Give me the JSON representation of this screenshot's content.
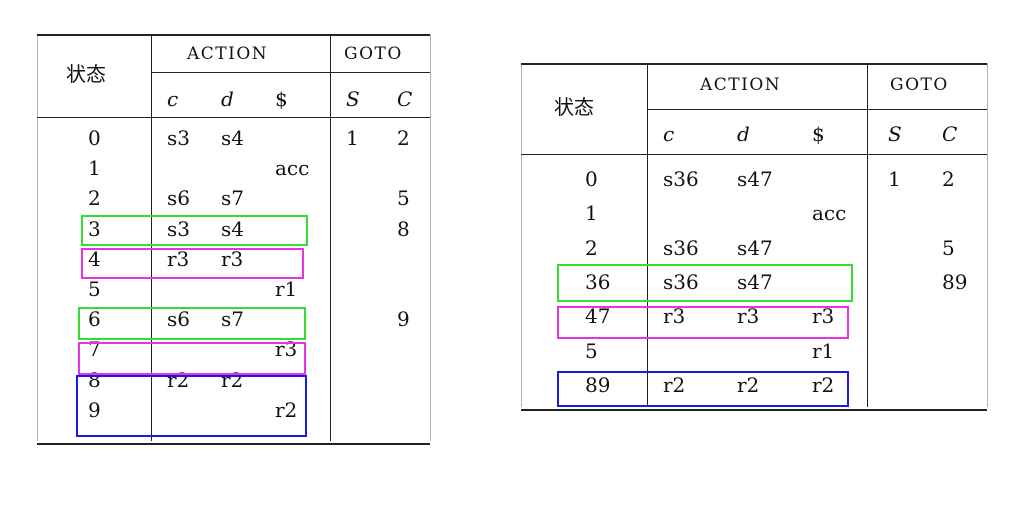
{
  "colors": {
    "green": "#33dd33",
    "magenta": "#e833e0",
    "blue": "#1a1ae6"
  },
  "left_table": {
    "state_header": "状态",
    "action_header": "ACTION",
    "goto_header": "GOTO",
    "action_cols": [
      "c",
      "d",
      "$"
    ],
    "goto_cols": [
      "S",
      "C"
    ],
    "rows": [
      {
        "state": "0",
        "c": "s3",
        "d": "s4",
        "dollar": "",
        "S": "1",
        "C": "2"
      },
      {
        "state": "1",
        "c": "",
        "d": "",
        "dollar": "acc",
        "S": "",
        "C": ""
      },
      {
        "state": "2",
        "c": "s6",
        "d": "s7",
        "dollar": "",
        "S": "",
        "C": "5"
      },
      {
        "state": "3",
        "c": "s3",
        "d": "s4",
        "dollar": "",
        "S": "",
        "C": "8"
      },
      {
        "state": "4",
        "c": "r3",
        "d": "r3",
        "dollar": "",
        "S": "",
        "C": ""
      },
      {
        "state": "5",
        "c": "",
        "d": "",
        "dollar": "r1",
        "S": "",
        "C": ""
      },
      {
        "state": "6",
        "c": "s6",
        "d": "s7",
        "dollar": "",
        "S": "",
        "C": "9"
      },
      {
        "state": "7",
        "c": "",
        "d": "",
        "dollar": "r3",
        "S": "",
        "C": ""
      },
      {
        "state": "8",
        "c": "r2",
        "d": "r2",
        "dollar": "",
        "S": "",
        "C": ""
      },
      {
        "state": "9",
        "c": "",
        "d": "",
        "dollar": "r2",
        "S": "",
        "C": ""
      }
    ]
  },
  "right_table": {
    "state_header": "状态",
    "action_header": "ACTION",
    "goto_header": "GOTO",
    "action_cols": [
      "c",
      "d",
      "$"
    ],
    "goto_cols": [
      "S",
      "C"
    ],
    "rows": [
      {
        "state": "0",
        "c": "s36",
        "d": "s47",
        "dollar": "",
        "S": "1",
        "C": "2"
      },
      {
        "state": "1",
        "c": "",
        "d": "",
        "dollar": "acc",
        "S": "",
        "C": ""
      },
      {
        "state": "2",
        "c": "s36",
        "d": "s47",
        "dollar": "",
        "S": "",
        "C": "5"
      },
      {
        "state": "36",
        "c": "s36",
        "d": "s47",
        "dollar": "",
        "S": "",
        "C": "89"
      },
      {
        "state": "47",
        "c": "r3",
        "d": "r3",
        "dollar": "r3",
        "S": "",
        "C": ""
      },
      {
        "state": "5",
        "c": "",
        "d": "",
        "dollar": "r1",
        "S": "",
        "C": ""
      },
      {
        "state": "89",
        "c": "r2",
        "d": "r2",
        "dollar": "r2",
        "S": "",
        "C": ""
      }
    ]
  }
}
